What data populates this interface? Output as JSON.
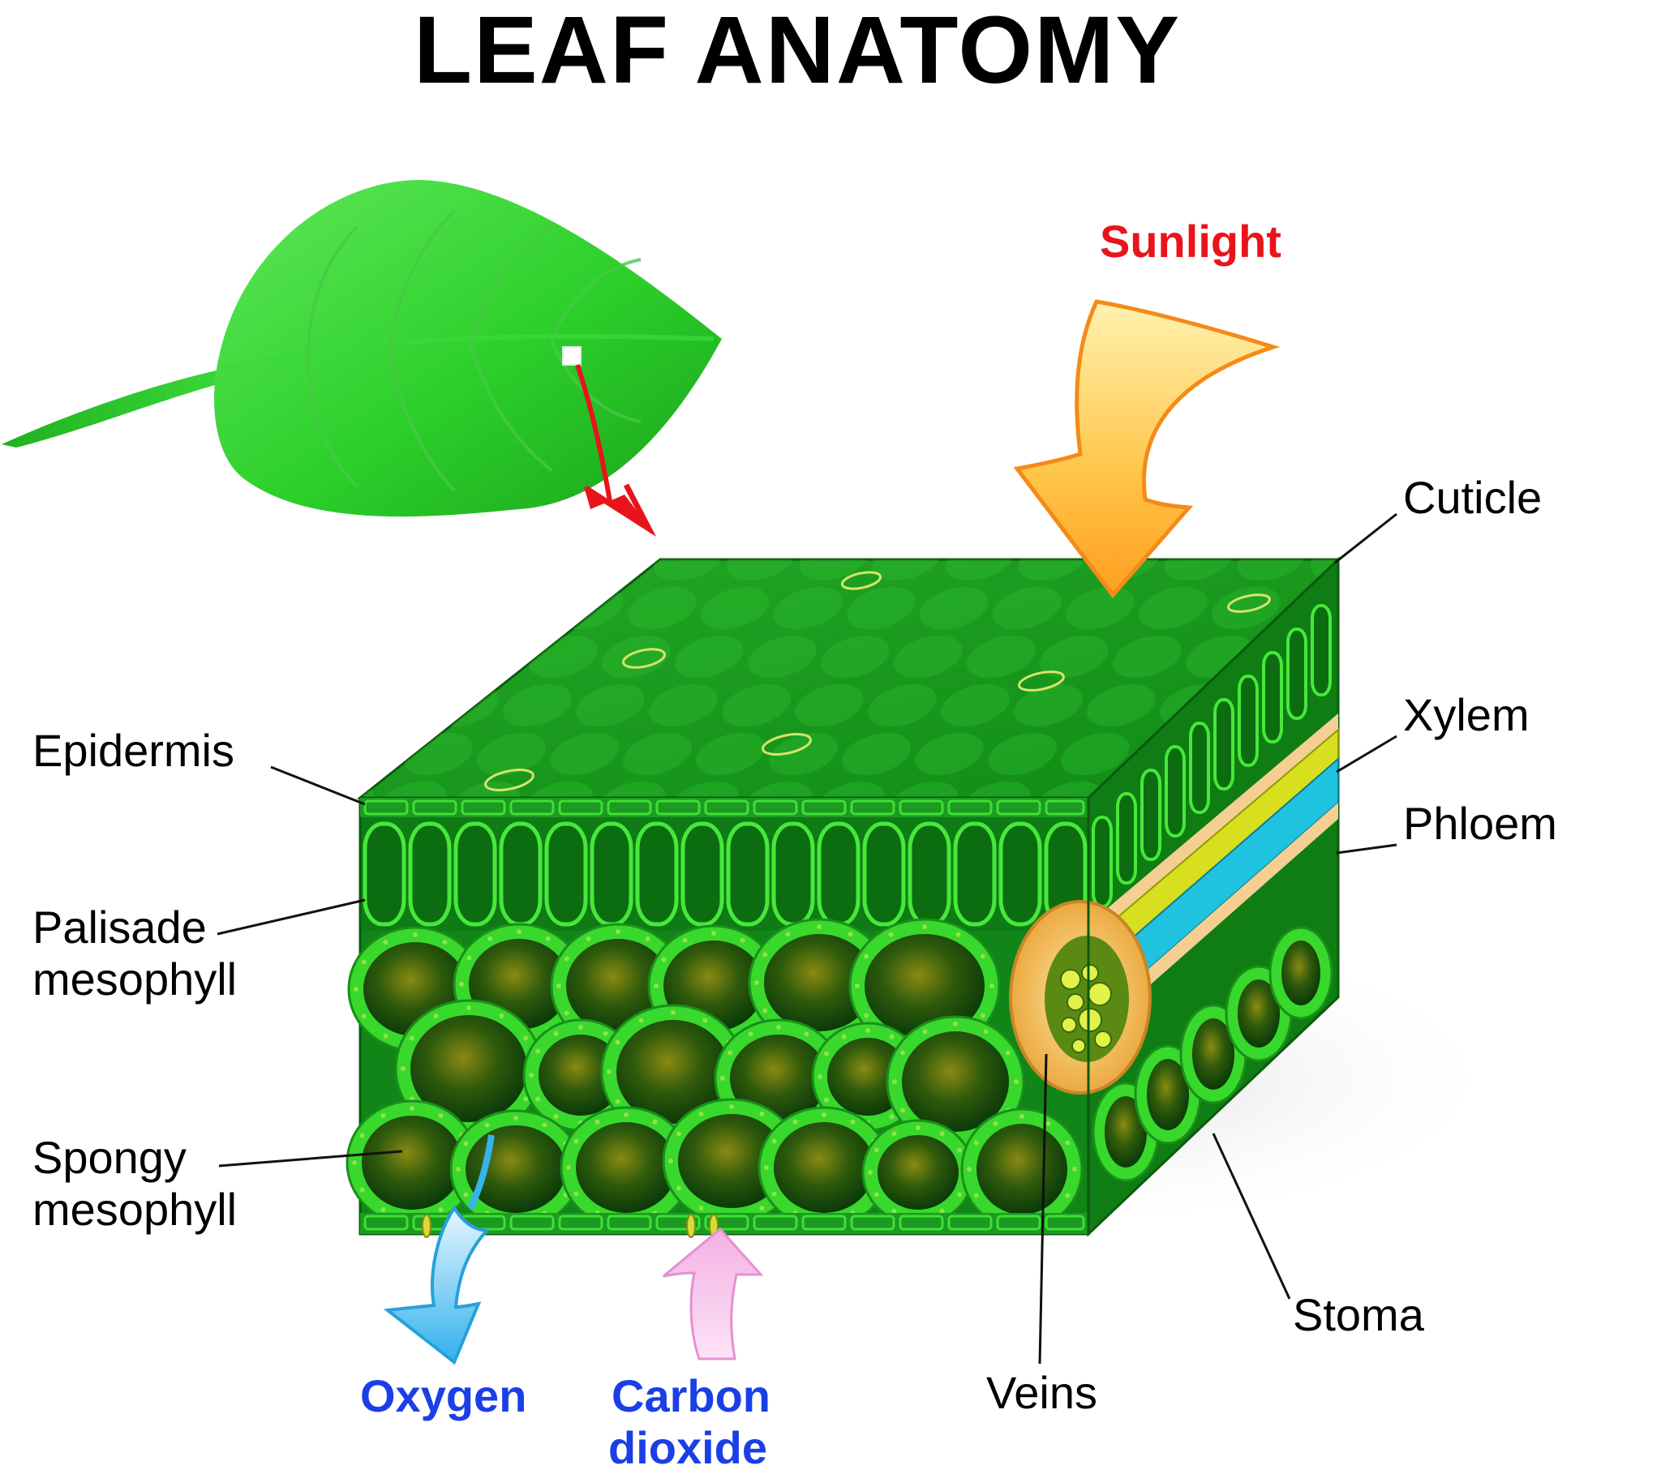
{
  "title": "LEAF ANATOMY",
  "labels": {
    "sunlight": "Sunlight",
    "cuticle": "Cuticle",
    "xylem": "Xylem",
    "phloem": "Phloem",
    "epidermis": "Epidermis",
    "palisade_line1": "Palisade",
    "palisade_line2": "mesophyll",
    "spongy_line1": "Spongy",
    "spongy_line2": "mesophyll",
    "stoma": "Stoma",
    "veins": "Veins",
    "oxygen": "Oxygen",
    "carbon_line1": "Carbon",
    "carbon_line2": "dioxide"
  },
  "colors": {
    "sunlight_label": "#e8141c",
    "gas_label": "#1a3fe6",
    "leaf_green": "#2ecc2e",
    "block_dark": "#0f7a12",
    "cell_green": "#33dd2a",
    "sun_arrow": "#ffb833",
    "oxygen_arrow": "#4fc1f0",
    "co2_arrow": "#f5b8e8",
    "xylem": "#d8e020",
    "phloem": "#22c8e0"
  },
  "icons": [
    "leaf-icon",
    "sunlight-arrow-icon",
    "oxygen-arrow-icon",
    "carbon-dioxide-arrow-icon",
    "zoom-arrow-icon"
  ]
}
